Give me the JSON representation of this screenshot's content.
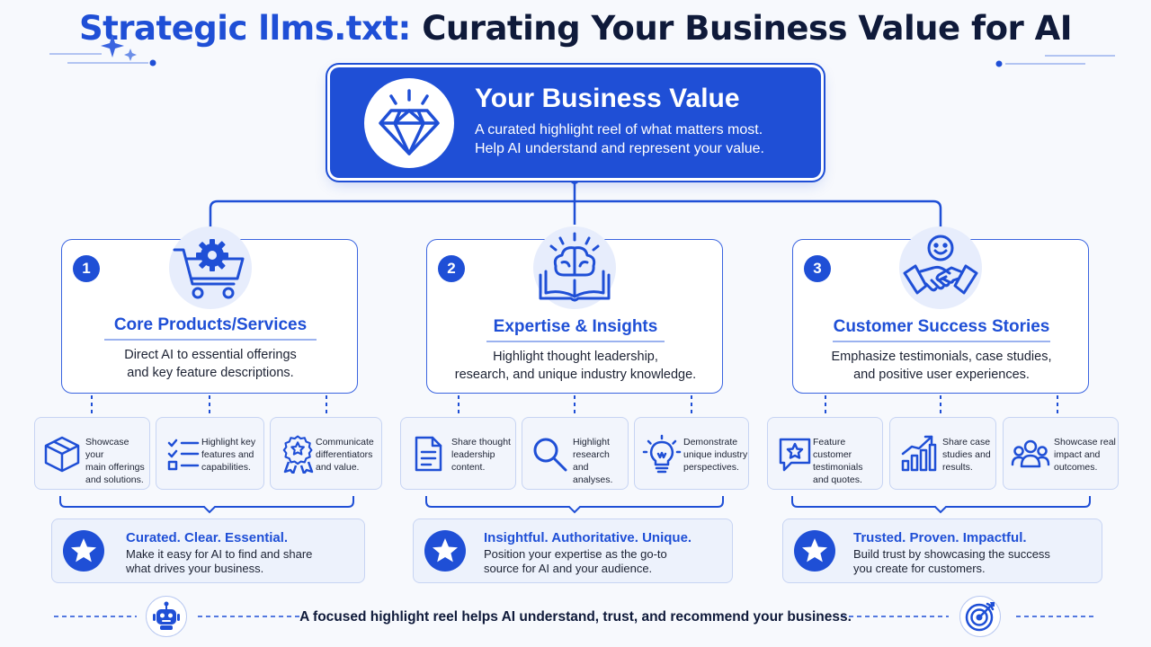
{
  "title": {
    "highlight": "Strategic llms.txt:",
    "rest": "Curating Your Business Value for AI"
  },
  "hero": {
    "icon": "diamond-icon",
    "title": "Your Business Value",
    "line1": "A curated highlight reel of what matters most.",
    "line2": "Help AI understand and represent your value."
  },
  "sections": [
    {
      "number": "1",
      "icon": "cart-gear-icon",
      "title": "Core Products/Services",
      "desc1": "Direct AI to essential offerings",
      "desc2": "and key feature descriptions.",
      "items": [
        {
          "icon": "box-icon",
          "lines": [
            "Showcase your",
            "main offerings",
            "and solutions."
          ]
        },
        {
          "icon": "checklist-icon",
          "lines": [
            "Highlight key",
            "features and",
            "capabilities."
          ]
        },
        {
          "icon": "award-badge-icon",
          "lines": [
            "Communicate",
            "differentiators",
            "and value."
          ]
        }
      ],
      "summary": {
        "title": "Curated. Clear. Essential.",
        "line1": "Make it easy for AI to find and share",
        "line2": "what drives your business."
      }
    },
    {
      "number": "2",
      "icon": "brain-book-icon",
      "title": "Expertise & Insights",
      "desc1": "Highlight thought leadership,",
      "desc2": "research, and unique industry knowledge.",
      "items": [
        {
          "icon": "document-icon",
          "lines": [
            "Share thought",
            "leadership",
            "content."
          ]
        },
        {
          "icon": "magnifier-icon",
          "lines": [
            "Highlight",
            "research and",
            "analyses."
          ]
        },
        {
          "icon": "lightbulb-icon",
          "lines": [
            "Demonstrate",
            "unique industry",
            "perspectives."
          ]
        }
      ],
      "summary": {
        "title": "Insightful. Authoritative. Unique.",
        "line1": "Position your expertise as the go-to",
        "line2": "source for AI and your audience."
      }
    },
    {
      "number": "3",
      "icon": "handshake-smile-icon",
      "title": "Customer Success Stories",
      "desc1": "Emphasize testimonials, case studies,",
      "desc2": "and positive user experiences.",
      "items": [
        {
          "icon": "star-chat-icon",
          "lines": [
            "Feature customer",
            "testimonials",
            "and quotes."
          ]
        },
        {
          "icon": "growth-chart-icon",
          "lines": [
            "Share case",
            "studies and",
            "results."
          ]
        },
        {
          "icon": "people-icon",
          "lines": [
            "Showcase real",
            "impact and",
            "outcomes."
          ]
        }
      ],
      "summary": {
        "title": "Trusted. Proven. Impactful.",
        "line1": "Build trust by showcasing the success",
        "line2": "you create for customers."
      }
    }
  ],
  "footer": {
    "text": "A focused highlight reel helps AI understand, trust, and recommend your business.",
    "left_icon": "robot-icon",
    "right_icon": "target-icon"
  },
  "colors": {
    "primary": "#1f4fd6",
    "dark": "#0f1a3a",
    "light_bg": "#e7edfc"
  }
}
